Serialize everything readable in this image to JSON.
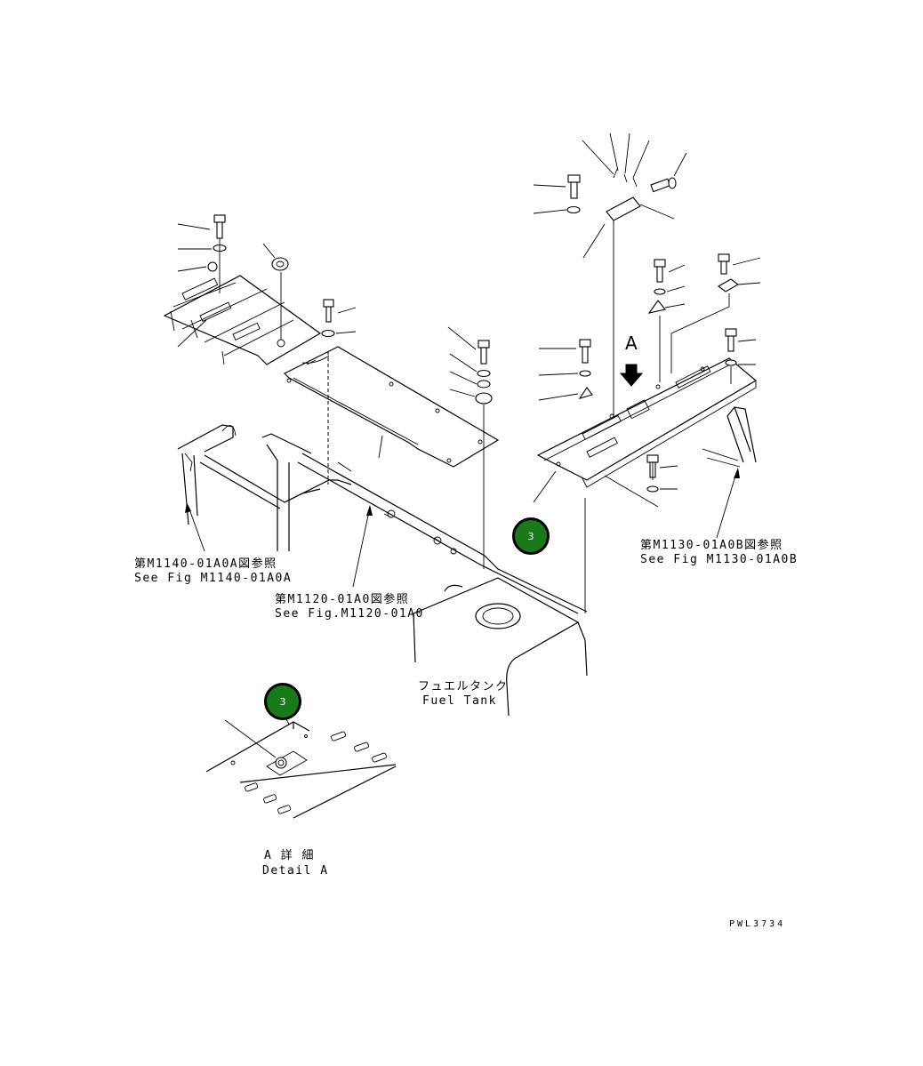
{
  "references": {
    "left": {
      "ja": "第M1140-01A0A図参照",
      "en": "See Fig M1140-01A0A"
    },
    "center": {
      "ja": "第M1120-01A0図参照",
      "en": "See Fig.M1120-01A0"
    },
    "right": {
      "ja": "第M1130-01A0B図参照",
      "en": "See Fig M1130-01A0B"
    }
  },
  "fuel_tank": {
    "ja": "フュエルタンク",
    "en": "Fuel Tank"
  },
  "view_arrow_label": "A",
  "detail": {
    "ja": "A 詳 細",
    "en": "Detail A"
  },
  "callouts": {
    "main": "3",
    "detail": "3"
  },
  "callout_color": "#1a7a1a",
  "drawing_code": "PWL3734"
}
